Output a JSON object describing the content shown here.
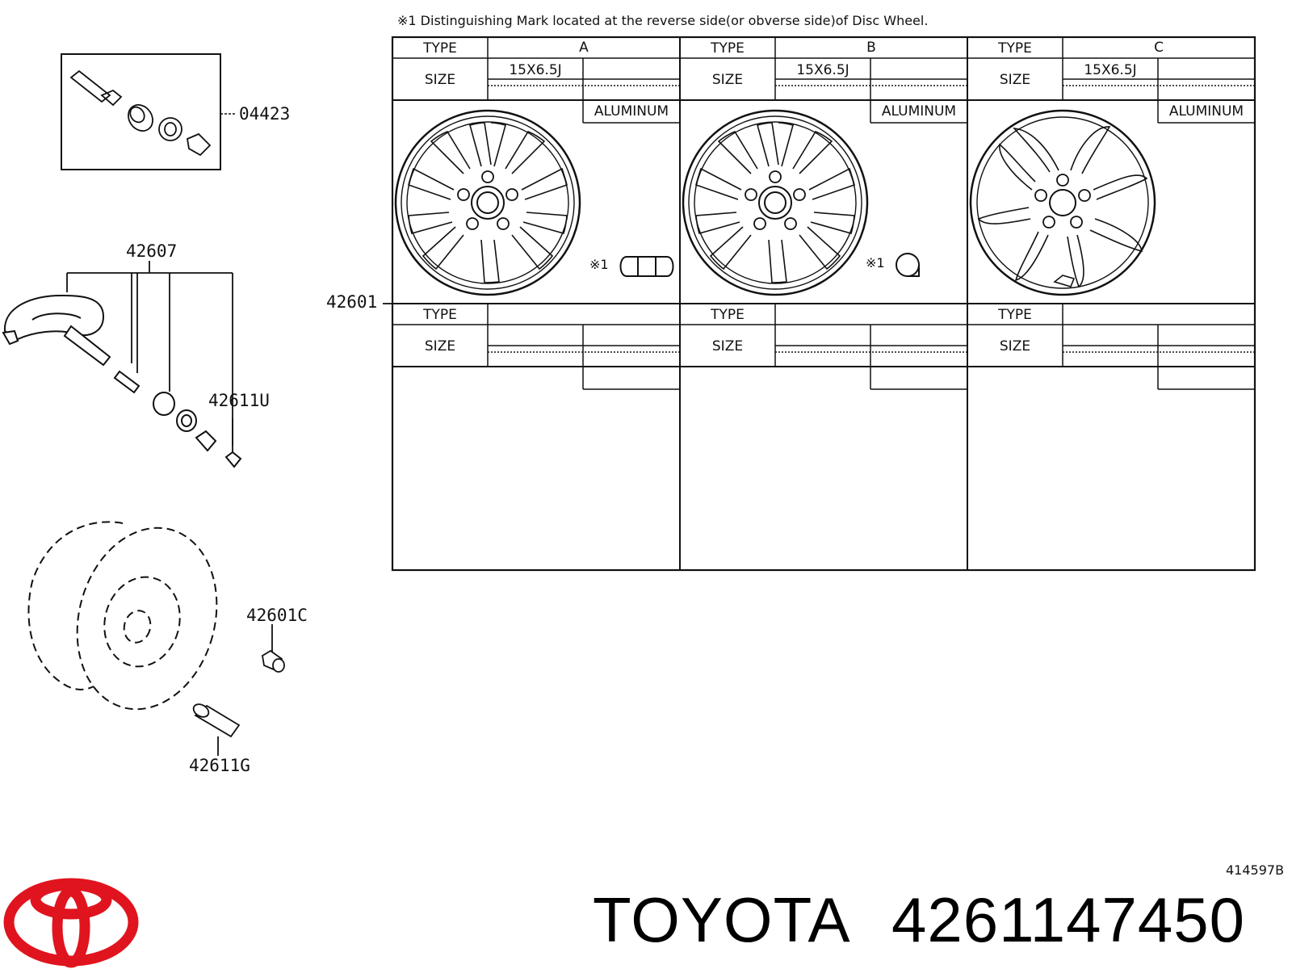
{
  "note": "※1 Distinguishing Mark located at the reverse side(or obverse side)of Disc Wheel.",
  "parts": {
    "p04423": "04423",
    "p42607": "42607",
    "p42611U": "42611U",
    "p42601": "42601",
    "p42601C": "42601C",
    "p42611G": "42611G"
  },
  "table": {
    "type_label": "TYPE",
    "size_label": "SIZE",
    "mark_label": "※1",
    "columns": [
      {
        "type": "A",
        "size": "15X6.5J",
        "material": "ALUMINUM"
      },
      {
        "type": "B",
        "size": "15X6.5J",
        "material": "ALUMINUM"
      },
      {
        "type": "C",
        "size": "15X6.5J",
        "material": "ALUMINUM"
      }
    ]
  },
  "diagram_id": "414597B",
  "brand": {
    "name": "TOYOTA",
    "part_number": "4261147450",
    "logo_color": "#e0141e"
  }
}
